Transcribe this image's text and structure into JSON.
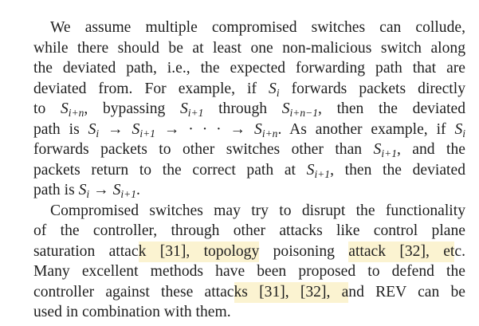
{
  "colors": {
    "highlight": "#fbf3d1",
    "text": "#1e1e1e"
  },
  "paragraphs": [
    {
      "lines": [
        {
          "indent": true,
          "segs": [
            {
              "t": "We assume multiple compromised switches can collude,"
            }
          ]
        },
        {
          "segs": [
            {
              "t": "while there should be at least one non-malicious switch along"
            }
          ]
        },
        {
          "segs": [
            {
              "t": "the deviated path, i.e., the expected forwarding path that are"
            }
          ]
        },
        {
          "segs": [
            {
              "t": "deviated from. For example, if "
            },
            {
              "m": "S",
              "sub": "i"
            },
            {
              "t": " forwards packets directly"
            }
          ]
        },
        {
          "segs": [
            {
              "t": "to "
            },
            {
              "m": "S",
              "sub": "i+n"
            },
            {
              "t": ", bypassing "
            },
            {
              "m": "S",
              "sub": "i+1"
            },
            {
              "t": " through "
            },
            {
              "m": "S",
              "sub": "i+n−1"
            },
            {
              "t": ", then the deviated"
            }
          ]
        },
        {
          "segs": [
            {
              "t": "path is "
            },
            {
              "m": "S",
              "sub": "i"
            },
            {
              "t": " → "
            },
            {
              "m": "S",
              "sub": "i+1"
            },
            {
              "t": " → · · · → "
            },
            {
              "m": "S",
              "sub": "i+n"
            },
            {
              "t": ". As another example, if "
            },
            {
              "m": "S",
              "sub": "i"
            }
          ]
        },
        {
          "segs": [
            {
              "t": "forwards packets to other switches other than "
            },
            {
              "m": "S",
              "sub": "i+1"
            },
            {
              "t": ", and the"
            }
          ]
        },
        {
          "segs": [
            {
              "t": "packets return to the correct path at "
            },
            {
              "m": "S",
              "sub": "i+1"
            },
            {
              "t": ", then the deviated"
            }
          ]
        },
        {
          "last": true,
          "segs": [
            {
              "t": "path is "
            },
            {
              "m": "S",
              "sub": "i"
            },
            {
              "t": " → "
            },
            {
              "m": "S",
              "sub": "i+1"
            },
            {
              "t": "."
            }
          ]
        }
      ]
    },
    {
      "lines": [
        {
          "indent": true,
          "segs": [
            {
              "t": "Compromised switches may try to disrupt the functionality"
            }
          ]
        },
        {
          "segs": [
            {
              "t": "of the controller, through other attacks like control plane"
            }
          ]
        },
        {
          "segs": [
            {
              "t": "saturation attac"
            },
            {
              "t": "k [31], topology",
              "hl": true
            },
            {
              "t": " poisoning "
            },
            {
              "t": "attack [32], et",
              "hl": true
            },
            {
              "t": "c."
            }
          ]
        },
        {
          "segs": [
            {
              "t": "Many excellent methods have been proposed to defend the"
            }
          ]
        },
        {
          "segs": [
            {
              "t": "controller against these attac"
            },
            {
              "t": "ks [31], [32], a",
              "hl": true
            },
            {
              "t": "nd REV can be"
            }
          ]
        },
        {
          "last": true,
          "segs": [
            {
              "t": "used in combination with them."
            }
          ]
        }
      ]
    }
  ]
}
